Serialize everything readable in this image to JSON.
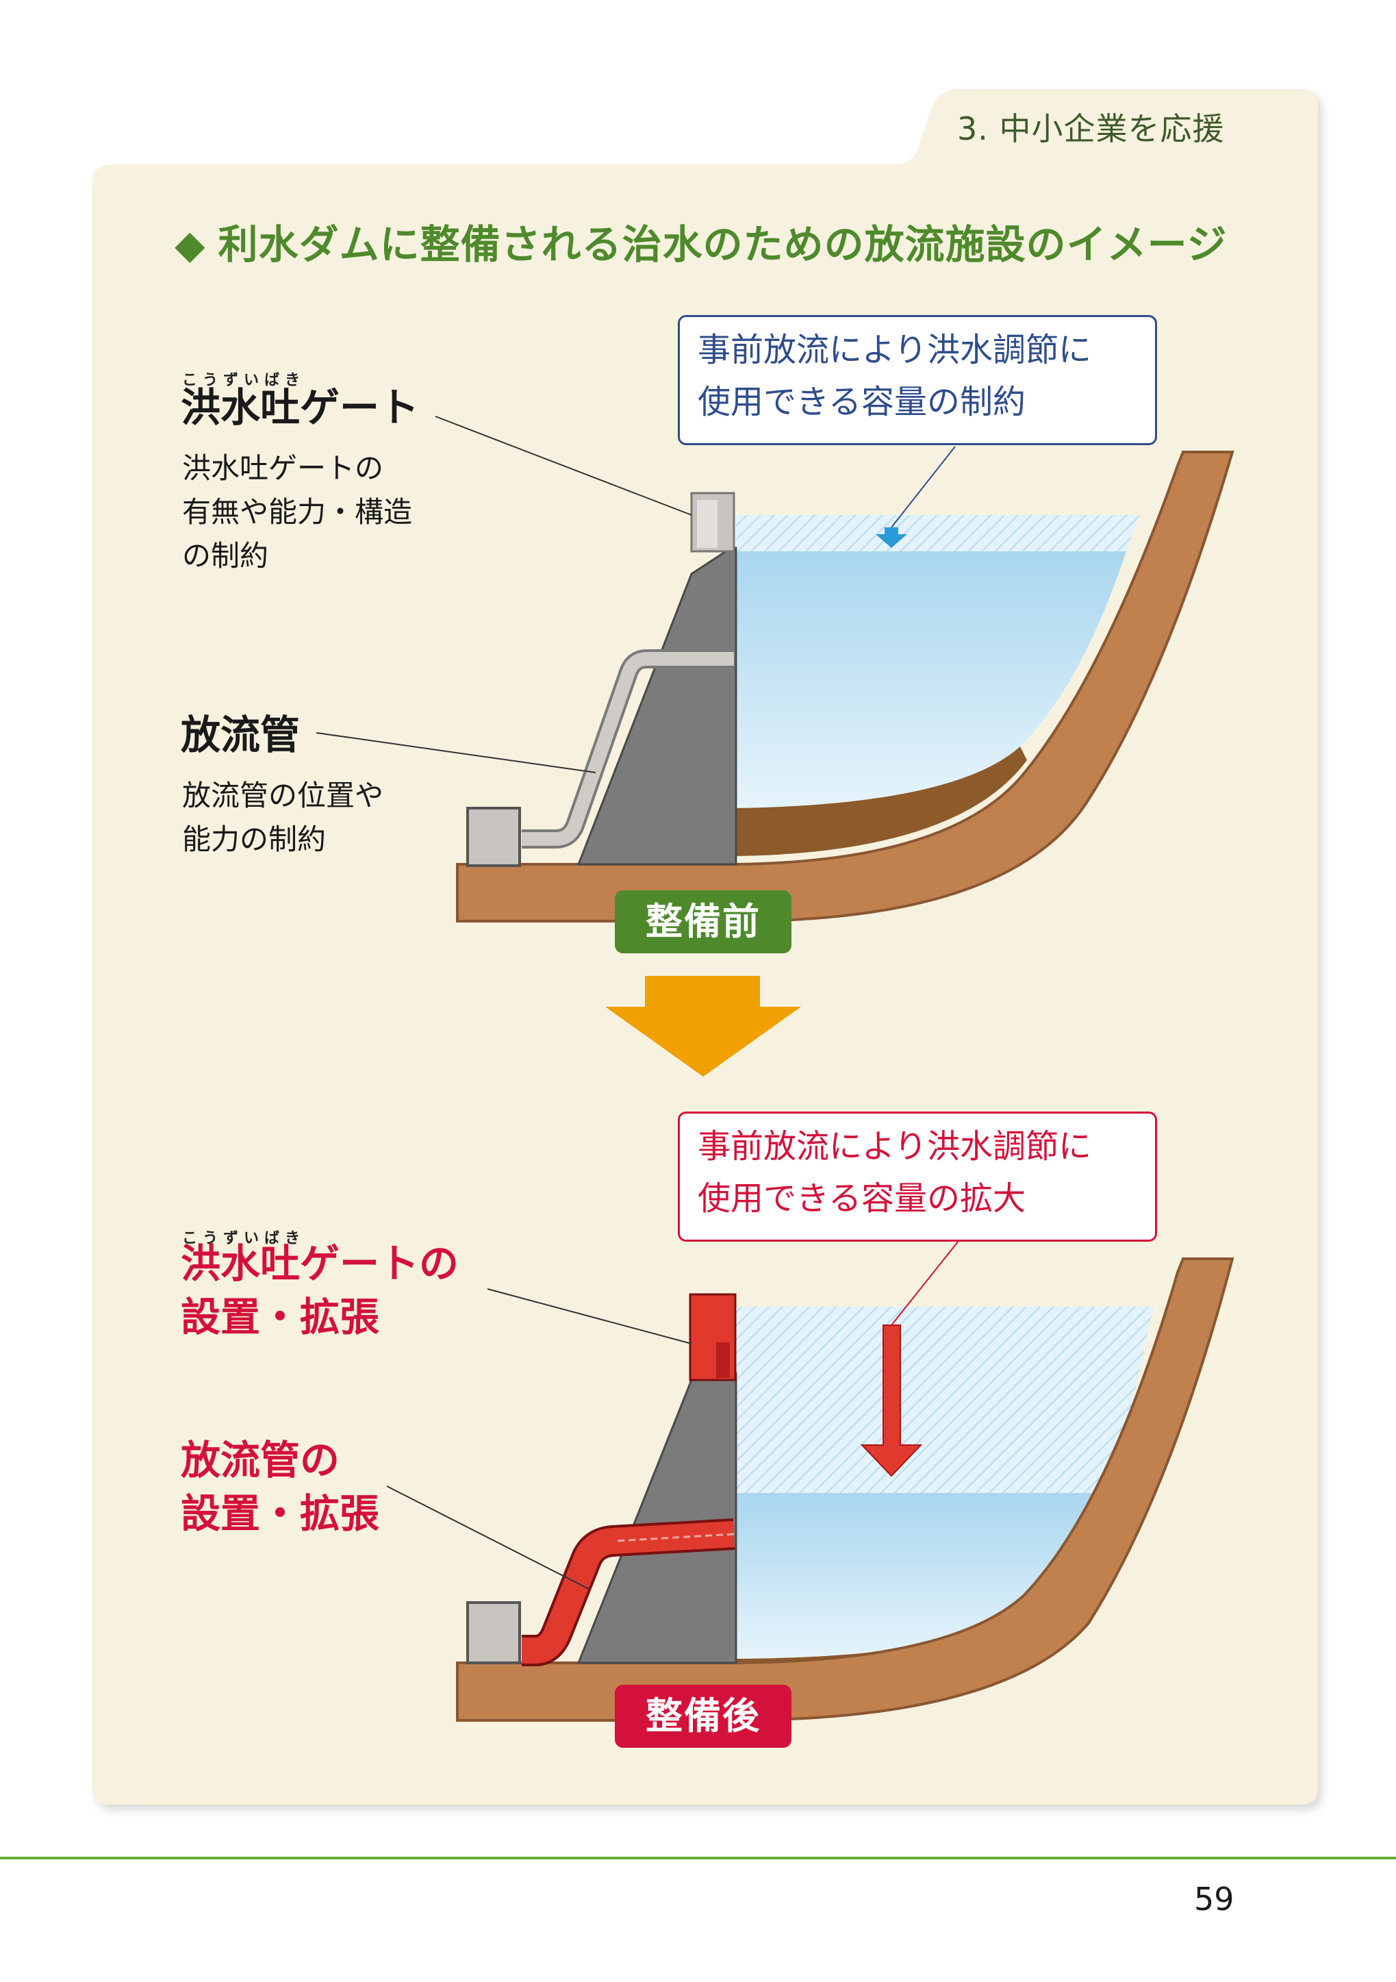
{
  "section_tab": "3. 中小企業を応援",
  "heading": {
    "marker": "◆",
    "title": "利水ダムに整備される治水のための放流施設のイメージ"
  },
  "before": {
    "badge": "整備前",
    "callout": [
      "事前放流により洪水調節に",
      "使用できる容量の制約"
    ],
    "spillway": {
      "ruby": "こうずいばき",
      "label": "洪水吐ゲート",
      "description": [
        "洪水吐ゲートの",
        "有無や能力・構造",
        "の制約"
      ]
    },
    "outlet": {
      "label": "放流管",
      "description": [
        "放流管の位置や",
        "能力の制約"
      ]
    }
  },
  "after": {
    "badge": "整備後",
    "callout": [
      "事前放流により洪水調節に",
      "使用できる容量の拡大"
    ],
    "spillway": {
      "ruby": "こうずいばき",
      "label": [
        "洪水吐ゲートの",
        "設置・拡張"
      ]
    },
    "outlet": {
      "label": [
        "放流管の",
        "設置・拡張"
      ]
    }
  },
  "page_number": "59",
  "colors": {
    "panel": "#f6f2df",
    "green": "#4e8a2c",
    "red": "#d4113a",
    "navy": "#2f4d8c",
    "orange": "#f0a000",
    "earth": "#c0814f",
    "water": "#bfe2f4",
    "dam": "#7b7b7b"
  }
}
